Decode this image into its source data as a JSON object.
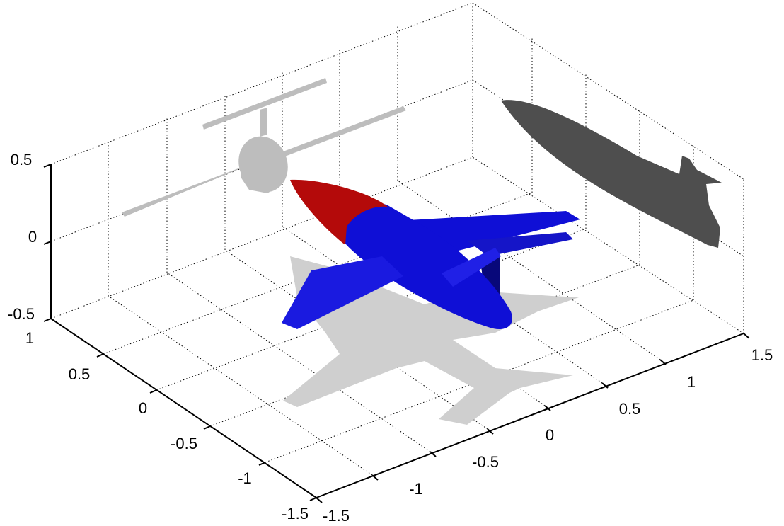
{
  "chart_data": {
    "type": "surface",
    "title": "",
    "xlabel": "",
    "ylabel": "",
    "zlabel": "",
    "xlim": [
      -1.5,
      1.5
    ],
    "ylim": [
      -1.5,
      1
    ],
    "zlim": [
      -0.5,
      0.5
    ],
    "x_ticks": [
      "-1.5",
      "-1",
      "-0.5",
      "0",
      "0.5",
      "1",
      "1.5"
    ],
    "y_ticks": [
      "-1.5",
      "-1",
      "-0.5",
      "0",
      "0.5",
      "1"
    ],
    "z_ticks": [
      "-0.5",
      "0",
      "0.5"
    ],
    "grid": true,
    "colors": {
      "fuselage": "#0f0fd6",
      "nose": "#b40a0a",
      "floor_shadow": "#cfcfcf",
      "back_wall_shadow": "#bdbdbd",
      "side_wall_shadow": "#4e4e4e"
    },
    "projections": [
      "floor shadow",
      "back wall shadow",
      "side wall shadow"
    ]
  }
}
